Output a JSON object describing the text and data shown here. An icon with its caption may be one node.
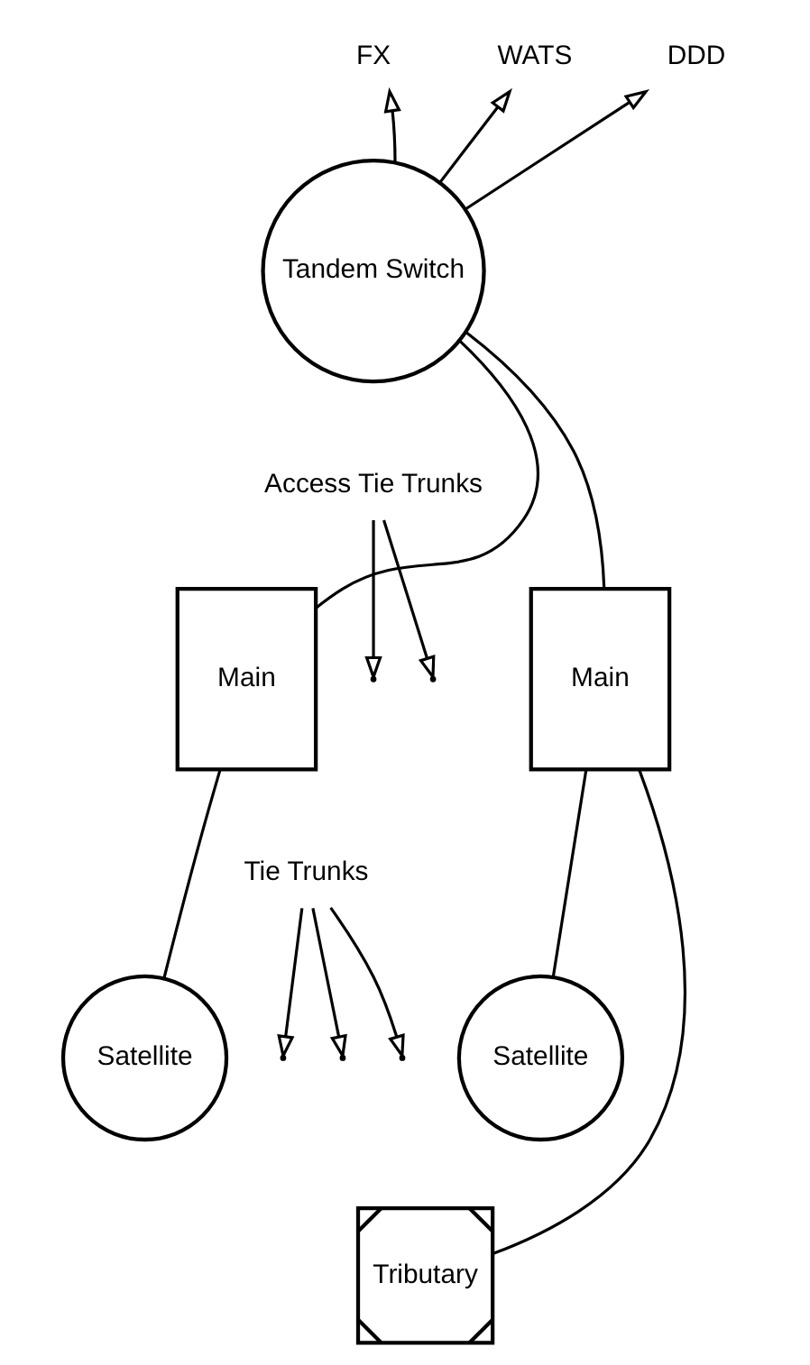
{
  "diagram": {
    "nodes": [
      {
        "text": [
          "Tandem Switch"
        ]
      },
      {
        "text": [
          "FX"
        ]
      },
      {
        "text": [
          "WATS"
        ]
      },
      {
        "text": [
          "DDD"
        ]
      },
      {
        "text": [
          "Access Tie Trunks"
        ]
      },
      {
        "text": [
          "Main"
        ]
      },
      {
        "text": [
          "Main"
        ]
      },
      {
        "text": [
          "Tie Trunks"
        ]
      },
      {
        "text": [
          "Satellite"
        ]
      },
      {
        "text": [
          "Satellite"
        ]
      },
      {
        "text": [
          "Tributary"
        ]
      }
    ],
    "edges": [
      {
        "from": 0,
        "to": 1,
        "arrow": "to"
      },
      {
        "from": 0,
        "to": 2,
        "arrow": "to"
      },
      {
        "from": 0,
        "to": 3,
        "arrow": "to"
      },
      {
        "from": 5,
        "to": 0,
        "arrow": "none"
      },
      {
        "from": 6,
        "to": 0,
        "arrow": "none"
      },
      {
        "from": 4,
        "to": null,
        "arrow": "to"
      },
      {
        "from": 4,
        "to": null,
        "arrow": "to"
      },
      {
        "from": 5,
        "to": 8,
        "arrow": "none"
      },
      {
        "from": 6,
        "to": 9,
        "arrow": "none"
      },
      {
        "from": 6,
        "to": 10,
        "arrow": "none"
      },
      {
        "from": 7,
        "to": null,
        "arrow": "to"
      },
      {
        "from": 7,
        "to": null,
        "arrow": "to"
      },
      {
        "from": 7,
        "to": null,
        "arrow": "to"
      }
    ]
  }
}
